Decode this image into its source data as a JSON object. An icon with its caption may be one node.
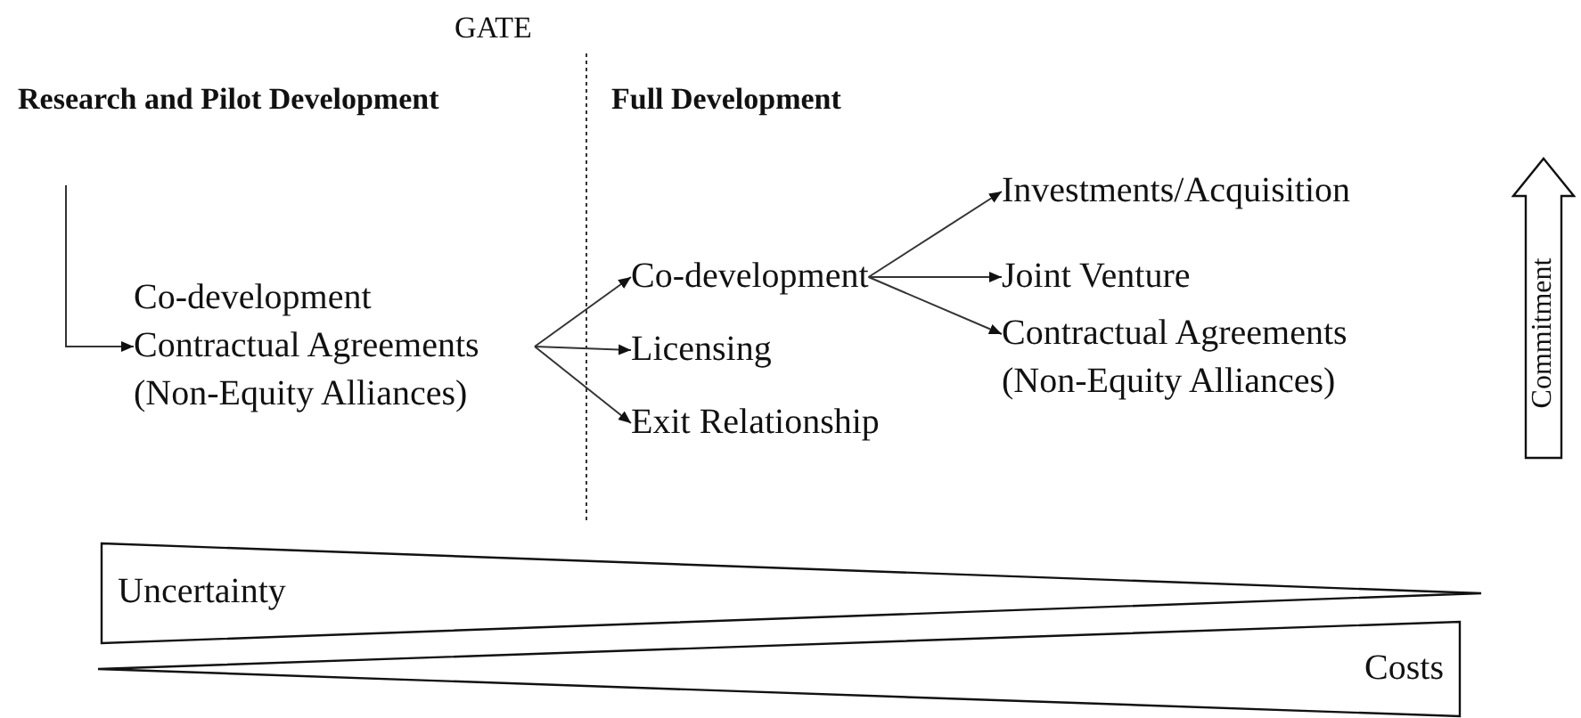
{
  "diagram": {
    "nodes": [
      {
        "text": [
          "Co-development",
          "Contractual Agreements (Non-Equity Alliances)"
        ]
      },
      {
        "text": [
          "Co-development"
        ]
      },
      {
        "text": [
          "Licensing"
        ]
      },
      {
        "text": [
          "Exit Relationship"
        ]
      },
      {
        "text": [
          "Investments/Acquisition"
        ]
      },
      {
        "text": [
          "Joint Venture"
        ]
      },
      {
        "text": [
          "Contractual Agreements (Non-Equity Alliances)"
        ]
      },
      {
        "text": [
          "Commitment"
        ]
      },
      {
        "text": [
          "Uncertainty"
        ]
      },
      {
        "text": [
          "Costs"
        ]
      }
    ],
    "edges": [
      {
        "from": null,
        "to": 0,
        "arrow": "to"
      },
      {
        "from": 0,
        "to": 1,
        "arrow": "to"
      },
      {
        "from": 0,
        "to": 2,
        "arrow": "to"
      },
      {
        "from": 0,
        "to": 3,
        "arrow": "to"
      },
      {
        "from": 1,
        "to": 4,
        "arrow": "to"
      },
      {
        "from": 1,
        "to": 5,
        "arrow": "to"
      },
      {
        "from": 1,
        "to": 6,
        "arrow": "to"
      }
    ],
    "labels": [
      "GATE",
      "Research and Pilot Development",
      "Full Development"
    ]
  }
}
